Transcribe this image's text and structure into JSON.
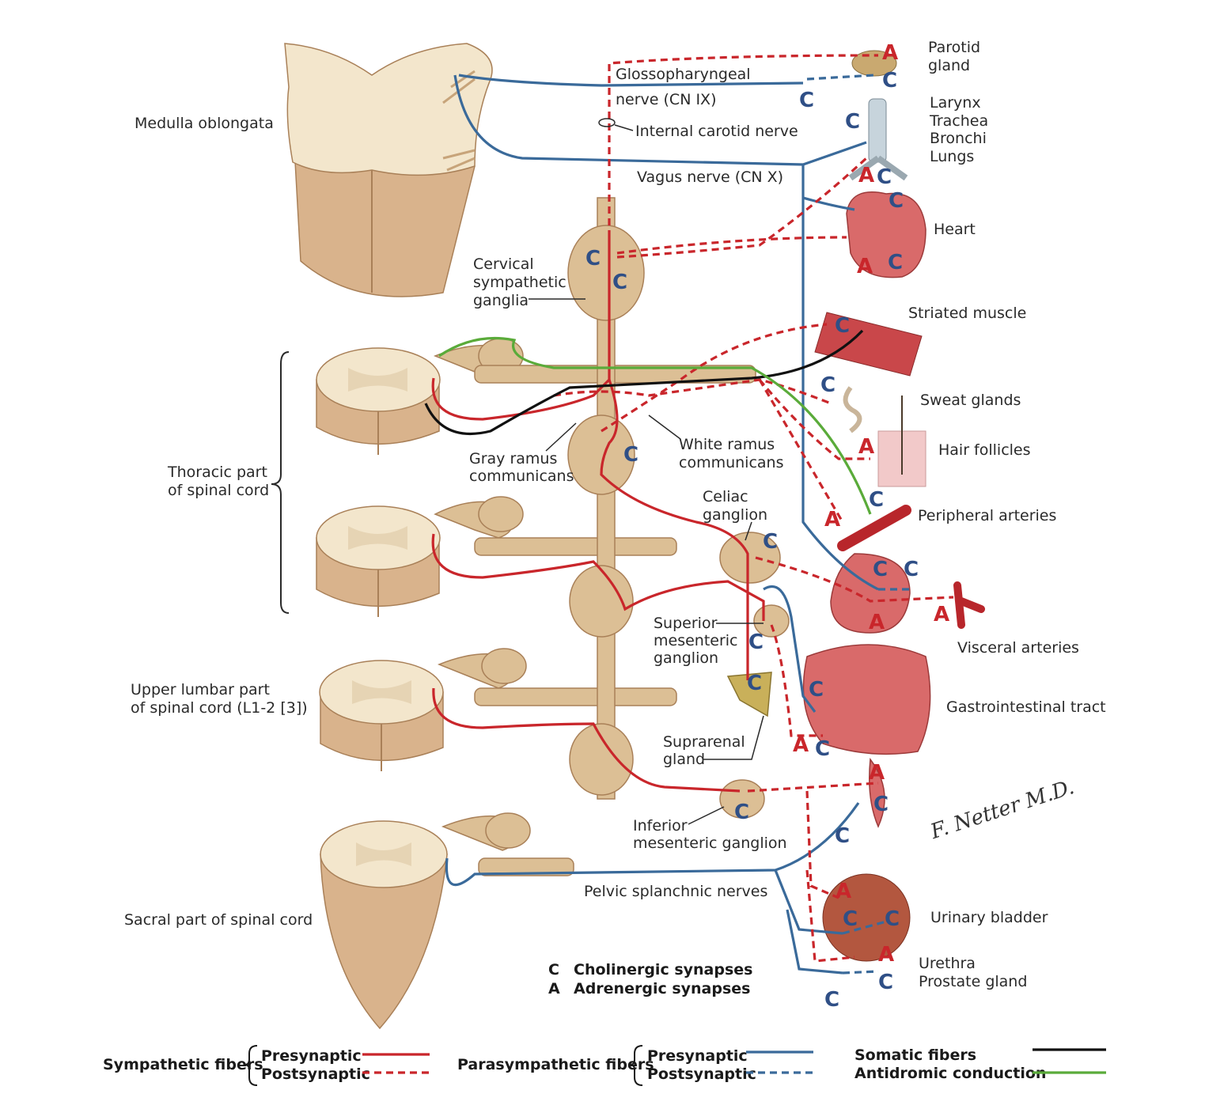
{
  "labels": {
    "medulla": "Medulla oblongata",
    "glosso1": "Glossopharyngeal",
    "glosso2": "nerve (CN IX)",
    "int_carotid": "Internal carotid nerve",
    "vagus": "Vagus nerve (CN X)",
    "cervical1": "Cervical",
    "cervical2": "sympathetic",
    "cervical3": "ganglia",
    "thoracic1": "Thoracic part",
    "thoracic2": "of spinal cord",
    "gray1": "Gray ramus",
    "gray2": "communicans",
    "white1": "White ramus",
    "white2": "communicans",
    "celiac1": "Celiac",
    "celiac2": "ganglion",
    "supmes1": "Superior",
    "supmes2": "mesenteric",
    "supmes3": "ganglion",
    "upperlumbar1": "Upper lumbar part",
    "upperlumbar2": "of spinal cord (L1-2 [3])",
    "suprarenal1": "Suprarenal",
    "suprarenal2": "gland",
    "infmes1": "Inferior",
    "infmes2": "mesenteric ganglion",
    "pelvic": "Pelvic splanchnic nerves",
    "sacral": "Sacral part of spinal cord"
  },
  "organs": {
    "parotid1": "Parotid",
    "parotid2": "gland",
    "larynx": "Larynx",
    "trachea": "Trachea",
    "bronchi": "Bronchi",
    "lungs": "Lungs",
    "heart": "Heart",
    "striated": "Striated muscle",
    "sweat": "Sweat glands",
    "hair": "Hair follicles",
    "periph": "Peripheral arteries",
    "visceral": "Visceral arteries",
    "gi": "Gastrointestinal tract",
    "bladder": "Urinary bladder",
    "urethra": "Urethra",
    "prostate": "Prostate gland"
  },
  "synapse_key": {
    "c_letter": "C",
    "c_text": "Cholinergic synapses",
    "a_letter": "A",
    "a_text": "Adrenergic synapses"
  },
  "legend": {
    "sympathetic": "Sympathetic fibers",
    "para": "Parasympathetic fibers",
    "presynaptic": "Presynaptic",
    "postsynaptic": "Postsynaptic",
    "somatic": "Somatic fibers",
    "antidromic": "Antidromic conduction"
  },
  "colors": {
    "sympathetic": "#c9262b",
    "parasympathetic": "#3a6a9a",
    "somatic": "#111111",
    "antidromic": "#5aab3a"
  },
  "signature": "F. Netter M.D."
}
